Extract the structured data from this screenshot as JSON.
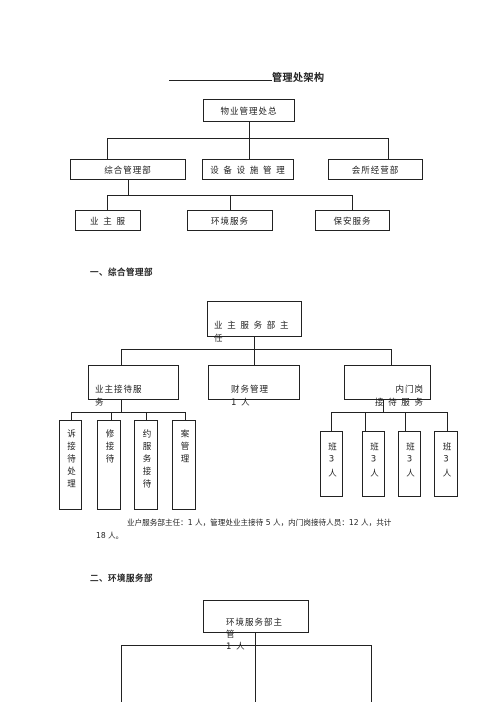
{
  "title": "管理处架构",
  "top": {
    "root": "物业管理处总",
    "level2": [
      "综合管理部",
      "设 备 设 施 管 理",
      "会所经营部"
    ],
    "level3": [
      "业 主 服",
      "环境服务",
      "保安服务"
    ]
  },
  "section1": {
    "heading": "一、综合管理部",
    "root": "业 主 服 务 部 主\n任",
    "level2": {
      "reception": "业主接待服\n务",
      "finance": "财务管理\n1 人",
      "gate": "内门岗\n接 待 服 务"
    },
    "left_leaves": [
      "诉接待处理",
      "修接待",
      "约服务接待",
      "案管理"
    ],
    "right_leaves": [
      "班3人",
      "班3人",
      "班3人",
      "班3人"
    ],
    "summary": "业户服务部主任：1 人，管理处业主接待 5 人，内门岗接待人员：12 人，共计\n18 人。"
  },
  "section2": {
    "heading": "二、环境服务部",
    "root": "环境服务部主管\n1 人"
  }
}
